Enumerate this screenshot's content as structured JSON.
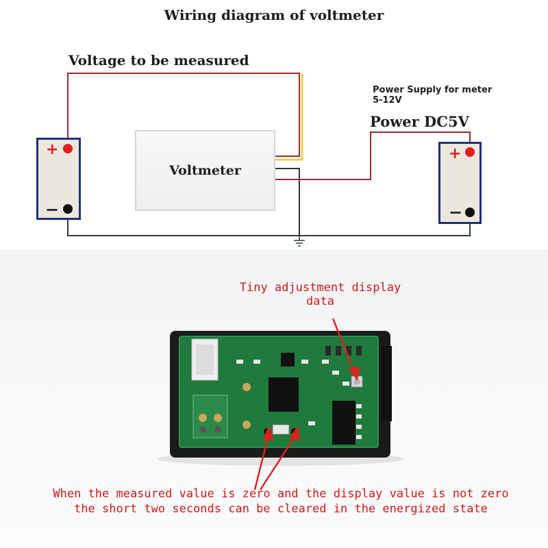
{
  "diagram": {
    "title": "Wiring diagram of voltmeter",
    "voltage_label": "Voltage to be measured",
    "voltmeter_label": "Voltmeter",
    "power_supply_label_line1": "Power Supply for meter",
    "power_supply_label_line2": "5-12V",
    "power_label": "Power DC5V",
    "left_battery": {
      "plus": "+",
      "minus": "−"
    },
    "right_battery": {
      "plus": "+",
      "minus": "−"
    }
  },
  "photo": {
    "annotation_top_line1": "Tiny adjustment display",
    "annotation_top_line2": "data",
    "annotation_bottom_line1": "When the measured value is zero and the display value is not zero",
    "annotation_bottom_line2": "the short two seconds can be cleared in the energized state"
  },
  "colors": {
    "wire_red": "#9b2a2a",
    "wire_yellow": "#e6d24a",
    "wire_dark": "#2c3a36",
    "battery_border": "#1f2f7a",
    "terminal_red": "#e02020",
    "annotation_red": "#d01818",
    "pcb_green": "#1f7a3c"
  }
}
